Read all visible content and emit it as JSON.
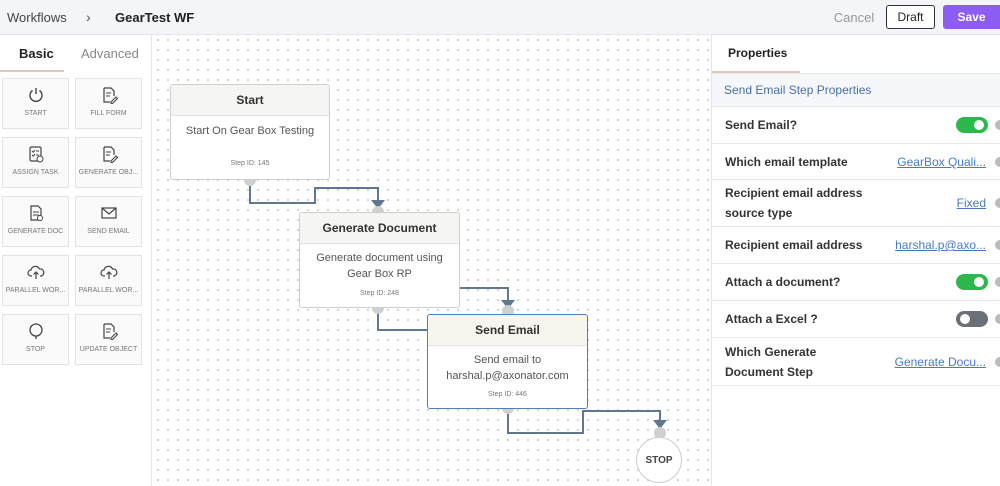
{
  "topbar": {
    "breadcrumb_root": "Workflows",
    "breadcrumb_sep": "›",
    "breadcrumb_current": "GearTest WF",
    "cancel_label": "Cancel",
    "draft_label": "Draft",
    "save_label": "Save",
    "accent_color": "#8f5bf5"
  },
  "palette": {
    "tabs": [
      "Basic",
      "Advanced"
    ],
    "active_tab": "Basic",
    "items": [
      {
        "label": "START",
        "icon": "power-icon"
      },
      {
        "label": "FILL FORM",
        "icon": "form-edit-icon"
      },
      {
        "label": "ASSIGN TASK",
        "icon": "task-list-icon"
      },
      {
        "label": "GENERATE OBJ...",
        "icon": "object-edit-icon"
      },
      {
        "label": "GENERATE DOC",
        "icon": "document-icon"
      },
      {
        "label": "SEND EMAIL",
        "icon": "envelope-icon"
      },
      {
        "label": "PARALLEL WOR...",
        "icon": "cloud-upload-icon"
      },
      {
        "label": "PARALLEL WOR...",
        "icon": "cloud-upload-icon"
      },
      {
        "label": "STOP",
        "icon": "stop-pin-icon"
      },
      {
        "label": "UPDATE OBJECT",
        "icon": "update-edit-icon"
      }
    ]
  },
  "canvas": {
    "nodes": [
      {
        "title": "Start",
        "desc": "Start On Gear Box Testing",
        "step_id": "Step ID: 145"
      },
      {
        "title": "Generate Document",
        "desc": "Generate document using Gear Box RP",
        "step_id": "Step ID: 248"
      },
      {
        "title": "Send Email",
        "desc": "Send email to harshal.p@axonator.com",
        "step_id": "Step ID: 446"
      }
    ],
    "stop_label": "STOP"
  },
  "properties": {
    "tab_label": "Properties",
    "section_title": "Send Email Step Properties",
    "rows": [
      {
        "label": "Send Email?",
        "type": "toggle",
        "on": true
      },
      {
        "label": "Which email template",
        "type": "link",
        "value": "GearBox Quali..."
      },
      {
        "label": "Recipient email address source type",
        "type": "link",
        "value": "Fixed"
      },
      {
        "label": "Recipient email address",
        "type": "link",
        "value": "harshal.p@axo..."
      },
      {
        "label": "Attach a document?",
        "type": "toggle",
        "on": true
      },
      {
        "label": "Attach a Excel ?",
        "type": "toggle",
        "on": false
      },
      {
        "label": "Which Generate Document Step",
        "type": "link",
        "value": "Generate Docu..."
      }
    ]
  }
}
